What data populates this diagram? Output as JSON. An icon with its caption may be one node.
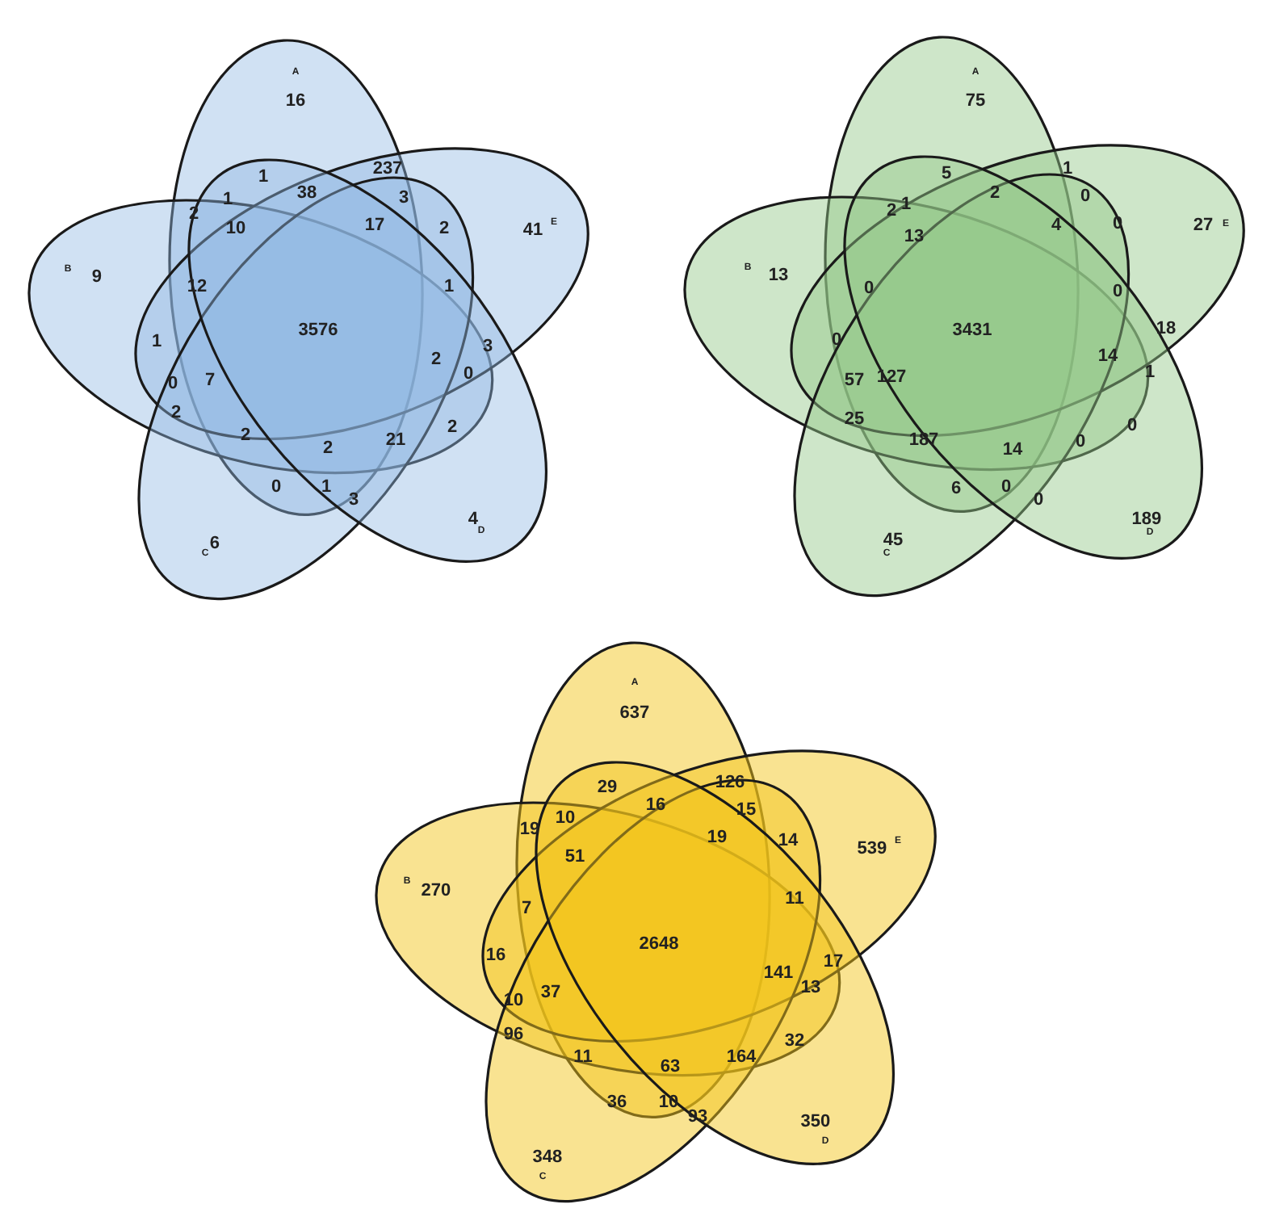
{
  "diagram": {
    "nodes": [
      {
        "text": [
          "A",
          "16"
        ]
      },
      {
        "text": [
          "B",
          "9"
        ]
      },
      {
        "text": [
          "41",
          "E"
        ]
      },
      {
        "text": [
          "6",
          "C"
        ]
      },
      {
        "text": [
          "4",
          "D"
        ]
      },
      {
        "text": [
          "A",
          "75"
        ]
      },
      {
        "text": [
          "B",
          "13"
        ]
      },
      {
        "text": [
          "27",
          "E"
        ]
      },
      {
        "text": [
          "45",
          "C"
        ]
      },
      {
        "text": [
          "189",
          "D"
        ]
      },
      {
        "text": [
          "A",
          "637"
        ]
      },
      {
        "text": [
          "B",
          "270"
        ]
      },
      {
        "text": [
          "539",
          "E"
        ]
      },
      {
        "text": [
          "348",
          "C"
        ]
      },
      {
        "text": [
          "350",
          "D"
        ]
      }
    ],
    "labels": [
      "1",
      "237",
      "2",
      "1",
      "38",
      "3",
      "10",
      "17",
      "2",
      "12",
      "1",
      "3576",
      "1",
      "3",
      "2",
      "0",
      "0",
      "7",
      "2",
      "2",
      "2",
      "2",
      "21",
      "0",
      "1",
      "3",
      "5",
      "1",
      "2",
      "1",
      "2",
      "0",
      "4",
      "0",
      "13",
      "0",
      "0",
      "3431",
      "0",
      "18",
      "14",
      "1",
      "57",
      "127",
      "25",
      "0",
      "187",
      "14",
      "0",
      "6",
      "0",
      "0",
      "29",
      "126",
      "16",
      "15",
      "19",
      "10",
      "19",
      "14",
      "51",
      "11",
      "7",
      "2648",
      "16",
      "17",
      "141",
      "13",
      "10",
      "37",
      "96",
      "32",
      "11",
      "164",
      "63",
      "36",
      "10",
      "93"
    ]
  }
}
